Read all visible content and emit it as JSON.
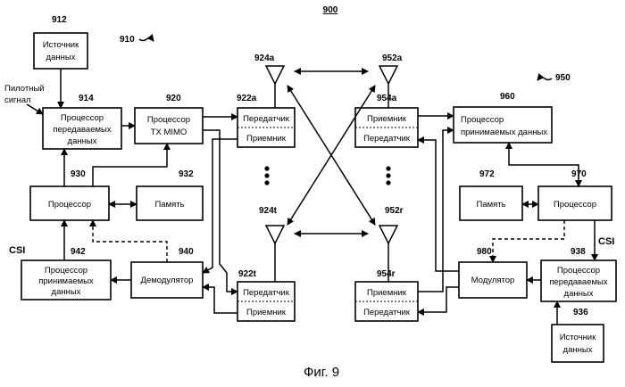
{
  "figure": {
    "number": "900",
    "caption": "Фиг. 9"
  },
  "system_labels": {
    "left": "910",
    "right": "950"
  },
  "blocks": {
    "data_source_left": {
      "ref": "912",
      "lines": [
        "Источник",
        "данных"
      ]
    },
    "tx_data_processor_left": {
      "ref": "914",
      "lines": [
        "Процессор",
        "передаваемых",
        "данных"
      ]
    },
    "tx_mimo_processor": {
      "ref": "920",
      "lines": [
        "Процессор",
        "TX MIMO"
      ]
    },
    "processor_left": {
      "ref": "930",
      "lines": [
        "Процессор"
      ]
    },
    "memory_left": {
      "ref": "932",
      "lines": [
        "Память"
      ]
    },
    "rx_data_processor_left": {
      "ref": "942",
      "lines": [
        "Процессор",
        "принимаемых",
        "данных"
      ]
    },
    "demodulator": {
      "ref": "940",
      "lines": [
        "Демодулятор"
      ]
    },
    "transceiver_left_a": {
      "ref": "922a",
      "top": "Передатчик",
      "bottom": "Приемник"
    },
    "transceiver_left_t": {
      "ref": "922t",
      "top": "Передатчик",
      "bottom": "Приемник"
    },
    "transceiver_right_a": {
      "ref": "954a",
      "top": "Приемник",
      "bottom": "Передатчик"
    },
    "transceiver_right_r": {
      "ref": "954r",
      "top": "Приемник",
      "bottom": "Передатчик"
    },
    "rx_data_processor_right": {
      "ref": "960",
      "lines": [
        "Процессор",
        "принимаемых данных"
      ]
    },
    "memory_right": {
      "ref": "972",
      "lines": [
        "Память"
      ]
    },
    "processor_right": {
      "ref": "970",
      "lines": [
        "Процессор"
      ]
    },
    "modulator": {
      "ref": "980",
      "lines": [
        "Модулятор"
      ]
    },
    "tx_data_processor_right": {
      "ref": "938",
      "lines": [
        "Процессор",
        "передаваемых",
        "данных"
      ]
    },
    "data_source_right": {
      "ref": "936",
      "lines": [
        "Источник",
        "данных"
      ]
    }
  },
  "antennas": {
    "left_a": "924a",
    "left_t": "924t",
    "right_a": "952a",
    "right_r": "952r"
  },
  "labels": {
    "pilot": [
      "Пилотный",
      "сигнал"
    ],
    "csi_left": "CSI",
    "csi_right": "CSI"
  }
}
